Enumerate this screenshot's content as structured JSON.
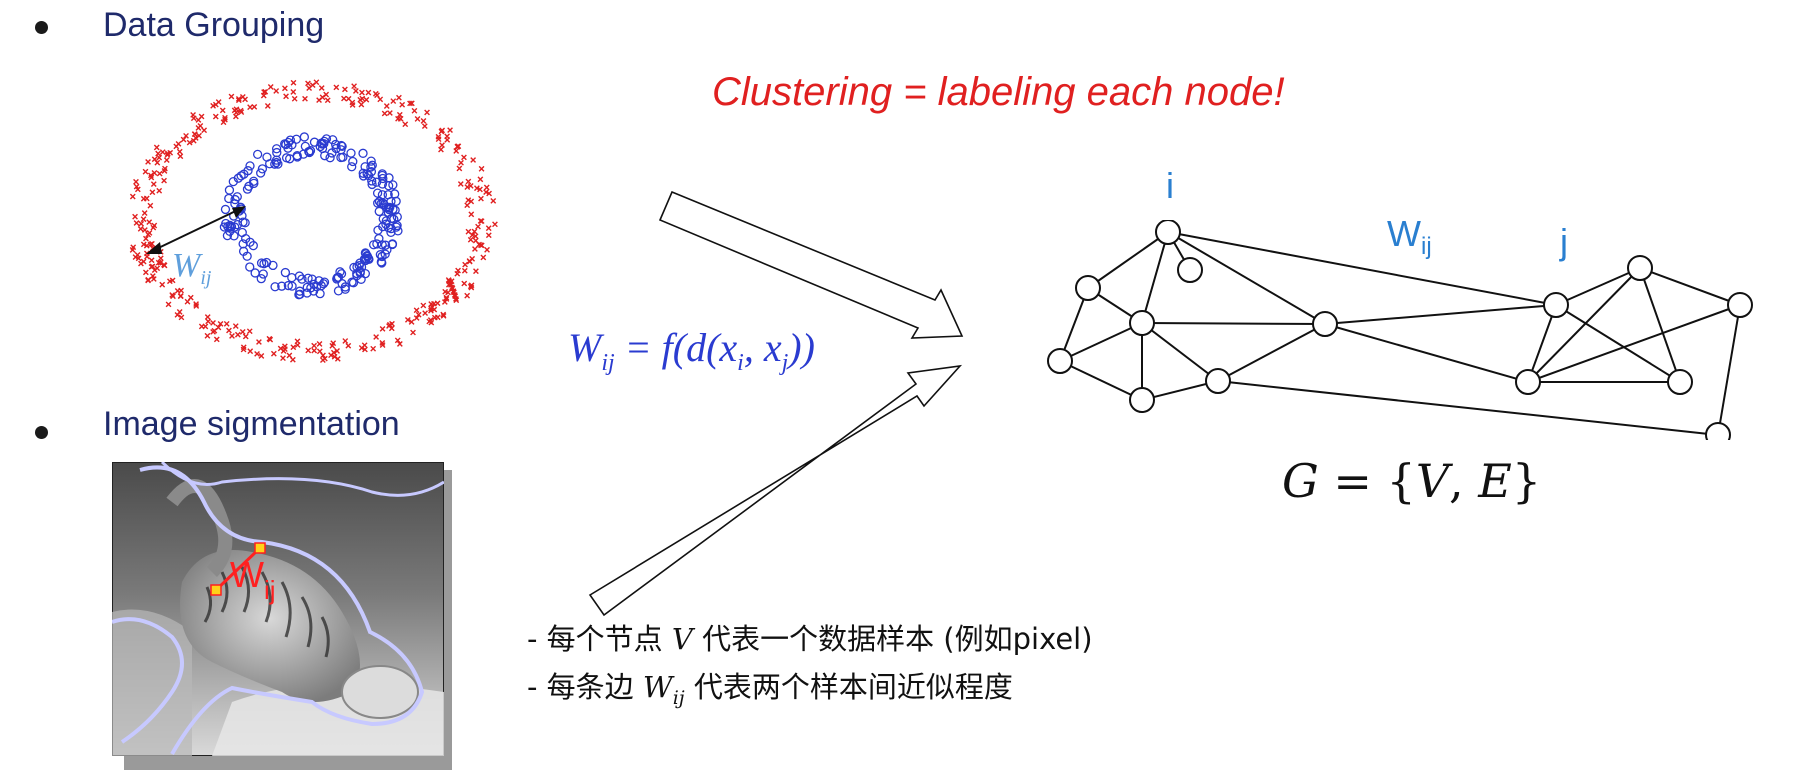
{
  "headings": {
    "data_grouping": "Data Grouping",
    "image_segmentation": "Image sigmentation"
  },
  "tagline": "Clustering = labeling each node!",
  "scatter": {
    "weight_label_main": "W",
    "weight_label_sub": "ij"
  },
  "formula": {
    "lhs_main": "W",
    "lhs_sub": "ij",
    "eq": " = f(d(x",
    "x1_sub": "i",
    "mid": ", x",
    "x2_sub": "j",
    "end": "))"
  },
  "graph": {
    "node_i": "i",
    "node_j": "j",
    "edge_main": "W",
    "edge_sub": "ij",
    "set_formula": "G = {V, E}",
    "set_G": "G",
    "set_eq": " = {",
    "set_V": "V",
    "set_comma": ", ",
    "set_E": "E",
    "set_close": "}"
  },
  "tiger": {
    "weight_main": "W",
    "weight_sub": "ij"
  },
  "notes": [
    {
      "prefix": "- 每个节点 ",
      "symbol": "V",
      "suffix": " 代表一个数据样本 (例如pixel)"
    },
    {
      "prefix": "- 每条边 ",
      "symbol": "W",
      "sub": "ij",
      "suffix": " 代表两个样本间近似程度"
    }
  ],
  "colors": {
    "heading": "#1f2a6b",
    "tagline": "#e02020",
    "formula": "#2a3bd0",
    "graph_label": "#2a7fd0",
    "scatter_outer": "#e02020",
    "scatter_inner": "#2a3bd0"
  }
}
